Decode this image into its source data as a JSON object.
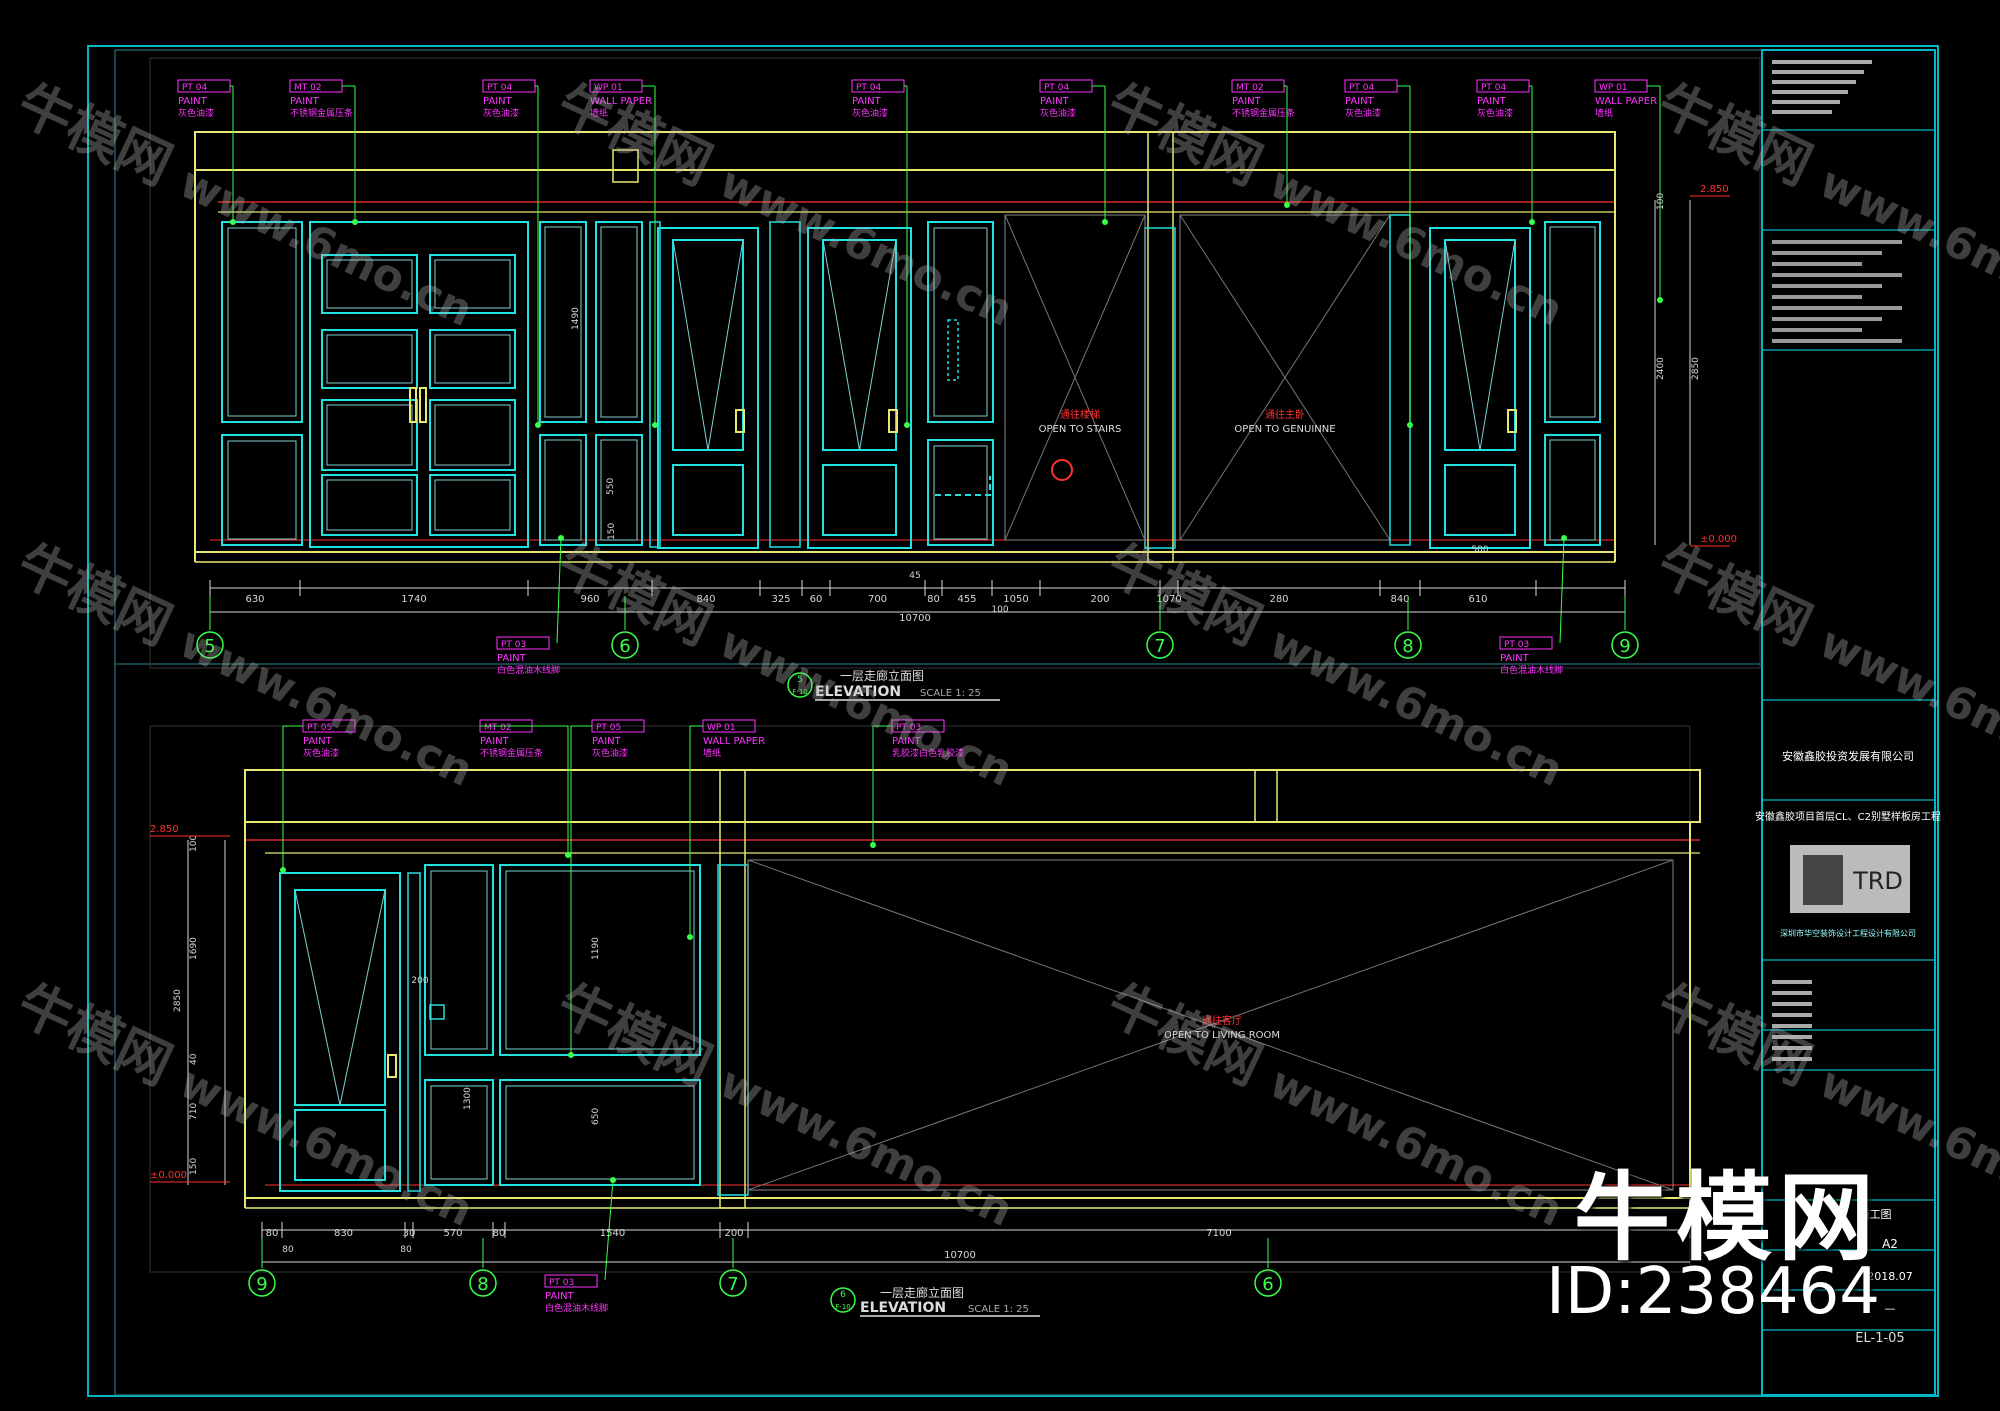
{
  "colors": {
    "frame": "#00b8c4",
    "outline": "#e8e870",
    "dim": "#d8d8d8",
    "leader": "#39ff4a",
    "tag": "#ff33ff",
    "door": "#20e0e0",
    "inner": "#7fd0d0",
    "red": "#ff3030",
    "bg": "#000000"
  },
  "top_elevation": {
    "tags": [
      {
        "code": "PT 04",
        "type": "PAINT",
        "note": "灰色油漆"
      },
      {
        "code": "MT 02",
        "type": "PAINT",
        "note": "不锈钢金属压条"
      },
      {
        "code": "PT 04",
        "type": "PAINT",
        "note": "灰色油漆"
      },
      {
        "code": "WP 01",
        "type": "WALL PAPER",
        "note": "墙纸"
      },
      {
        "code": "PT 04",
        "type": "PAINT",
        "note": "灰色油漆"
      },
      {
        "code": "PT 04",
        "type": "PAINT",
        "note": "灰色油漆"
      },
      {
        "code": "MT 02",
        "type": "PAINT",
        "note": "不锈钢金属压条"
      },
      {
        "code": "PT 04",
        "type": "PAINT",
        "note": "灰色油漆"
      },
      {
        "code": "PT 04",
        "type": "PAINT",
        "note": "灰色油漆"
      },
      {
        "code": "WP 01",
        "type": "WALL PAPER",
        "note": "墙纸"
      }
    ],
    "bottom_tags": [
      {
        "code": "PT 03",
        "type": "PAINT",
        "note": "白色混油木线脚"
      },
      {
        "code": "PT 03",
        "type": "PAINT",
        "note": "白色混油木线脚"
      }
    ],
    "opening_left_cn": "通往楼梯",
    "opening_left_en": "OPEN TO STAIRS",
    "opening_right_cn": "通往主卧",
    "opening_right_en": "OPEN TO GENUINNE",
    "dims": [
      "630",
      "1740",
      "960",
      "840",
      "325",
      "60",
      "700",
      "80",
      "455",
      "1050",
      "200",
      "1070",
      "280",
      "840",
      "610"
    ],
    "total": "10700",
    "small_dims": [
      "45",
      "100"
    ],
    "vdims": [
      "100",
      "2400",
      "2850",
      "1490",
      "550",
      "150"
    ],
    "levels": [
      "2.850",
      "±0.000"
    ],
    "side_dim": "500",
    "axes": [
      "5",
      "6",
      "7",
      "8",
      "9"
    ],
    "title_cn": "一层走廊立面图",
    "title_en": "ELEVATION",
    "scale": "SCALE 1: 25",
    "ref_top": "5",
    "ref_bottom": "F-10"
  },
  "bottom_elevation": {
    "tags": [
      {
        "code": "PT 05",
        "type": "PAINT",
        "note": "灰色油漆"
      },
      {
        "code": "MT 02",
        "type": "PAINT",
        "note": "不锈钢金属压条"
      },
      {
        "code": "PT 05",
        "type": "PAINT",
        "note": "灰色油漆"
      },
      {
        "code": "WP 01",
        "type": "WALL PAPER",
        "note": "墙纸"
      },
      {
        "code": "PT 03",
        "type": "PAINT",
        "note": "乳胶漆白色乳胶漆"
      }
    ],
    "bottom_tag": {
      "code": "PT 03",
      "type": "PAINT",
      "note": "白色混油木线脚"
    },
    "opening_cn": "通往客厅",
    "opening_en": "OPEN TO LIVING ROOM",
    "dims": [
      "80",
      "830",
      "30",
      "570",
      "80",
      "1540",
      "200",
      "7100"
    ],
    "sub_dims": [
      "80",
      "80"
    ],
    "total": "10700",
    "vdims": [
      "100",
      "1690",
      "2850",
      "40",
      "710",
      "150",
      "1190",
      "1300",
      "650"
    ],
    "small_dim": "200",
    "levels": [
      "2.850",
      "±0.000"
    ],
    "axes": [
      "9",
      "8",
      "7",
      "6"
    ],
    "title_cn": "一层走廊立面图",
    "title_en": "ELEVATION",
    "scale": "SCALE 1: 25",
    "ref_top": "6",
    "ref_bottom": "F-10"
  },
  "title_block": {
    "client": "安徽鑫胶投资发展有限公司",
    "project": "安徽鑫胶项目首层CL、C2别墅样板房工程",
    "logo": "TRD",
    "company": "深圳市华空装饰设计工程设计有限公司",
    "sheet_label": "施工图",
    "size": "A2",
    "date": "2018.07",
    "dash": "—",
    "drawing_no": "EL-1-05"
  },
  "watermark": {
    "cn": "牛模网",
    "url": "www.6mo.cn"
  },
  "brand": {
    "name": "牛模网",
    "id": "ID:238464"
  }
}
